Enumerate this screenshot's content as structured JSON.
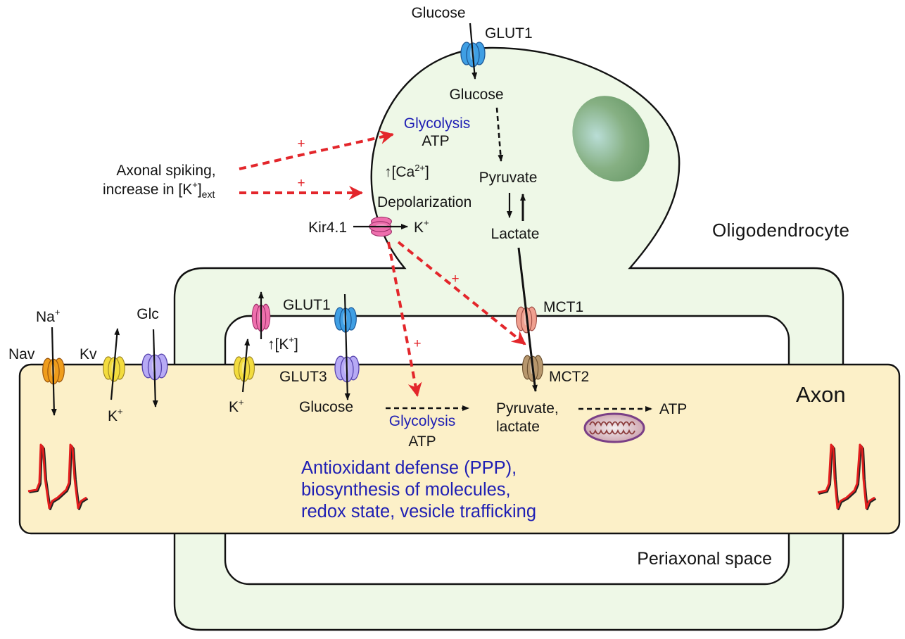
{
  "labels": {
    "oligodendrocyte": "Oligodendrocyte",
    "axon": "Axon",
    "periaxonal_space": "Periaxonal space"
  },
  "stimulus": {
    "line1": "Axonal spiking,",
    "line2": "increase in [K",
    "line2_sup": "+",
    "line2_close": "]",
    "line2_sub": "ext",
    "plus": "+"
  },
  "oligodendrocyte": {
    "glucose_outside": "Glucose",
    "glut1": "GLUT1",
    "glucose_inside": "Glucose",
    "glycolysis": "Glycolysis",
    "atp": "ATP",
    "calcium": "↑[Ca",
    "calcium_sup": "2+",
    "calcium_close": "]",
    "pyruvate": "Pyruvate",
    "depolarization": "Depolarization",
    "kir": "Kir4.1",
    "k_ion": "K",
    "k_sup": "+",
    "lactate": "Lactate"
  },
  "myelin": {
    "glut1": "GLUT1",
    "k_rise": "↑[K",
    "k_rise_sup": "+",
    "k_rise_close": "]",
    "mct1": "MCT1"
  },
  "axon": {
    "na_ion": "Na",
    "na_sup": "+",
    "nav": "Nav",
    "kv": "Kv",
    "glc": "Glc",
    "kv_k_ion": "K",
    "kv_k_sup": "+",
    "k_ion": "K",
    "k_sup": "+",
    "glut3": "GLUT3",
    "mct2": "MCT2",
    "glucose": "Glucose",
    "glycolysis": "Glycolysis",
    "atp": "ATP",
    "pyruvate": "Pyruvate,",
    "lactate": "lactate",
    "atp_mito": "ATP",
    "functions": [
      "Antioxidant defense (PPP),",
      "biosynthesis of molecules,",
      "redox state, vesicle trafficking"
    ]
  },
  "colors": {
    "oligodendrocyte_fill": "#eef8e7",
    "axon_fill": "#fcf0c8",
    "stimulation_arrow": "#e3262b",
    "pathway_text": "#1f1fb4"
  }
}
